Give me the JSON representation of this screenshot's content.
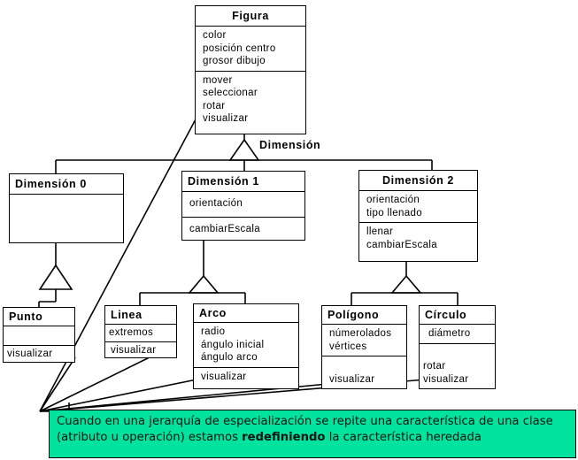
{
  "diagram": {
    "kind": "uml-class-diagram",
    "language": "es",
    "association_label": "Dimensión",
    "classes": [
      {
        "id": "figura",
        "name": "Figura",
        "attributes": [
          "color",
          "posición centro",
          "grosor dibujo"
        ],
        "operations": [
          "mover",
          "seleccionar",
          "rotar",
          "visualizar"
        ]
      },
      {
        "id": "dimension0",
        "name": "Dimensión 0",
        "attributes": [],
        "operations": []
      },
      {
        "id": "dimension1",
        "name": "Dimensión 1",
        "attributes": [
          "orientación"
        ],
        "operations": [
          "cambiarEscala"
        ]
      },
      {
        "id": "dimension2",
        "name": "Dimensión 2",
        "attributes": [
          "orientación",
          "tipo llenado"
        ],
        "operations": [
          "llenar",
          "cambiarEscala"
        ]
      },
      {
        "id": "punto",
        "name": "Punto",
        "attributes": [],
        "operations": [
          "visualizar"
        ]
      },
      {
        "id": "linea",
        "name": "Linea",
        "attributes": [
          "extremos"
        ],
        "operations": [
          "visualizar"
        ]
      },
      {
        "id": "arco",
        "name": "Arco",
        "attributes": [
          "radio",
          "ángulo inicial",
          "ángulo arco"
        ],
        "operations": [
          "visualizar"
        ]
      },
      {
        "id": "poligono",
        "name": "Polígono",
        "attributes": [
          "númerolados",
          "vértices"
        ],
        "operations": [
          "visualizar"
        ]
      },
      {
        "id": "circulo",
        "name": "Círculo",
        "attributes": [
          "diámetro"
        ],
        "operations": [
          "rotar",
          "visualizar"
        ]
      }
    ]
  },
  "note": {
    "text_part1": "Cuando en una jerarquía de especialización se repite una característica de una clase (atributo u operación) estamos ",
    "text_emphasis": "redefiniendo",
    "text_part2": " la característica heredada",
    "background_color": "#00e39e",
    "border_color": "#000000"
  },
  "colors": {
    "line": "#000000",
    "class_fill": "#ffffff",
    "page_background": "#ffffff",
    "note_green": "#00e39e"
  }
}
